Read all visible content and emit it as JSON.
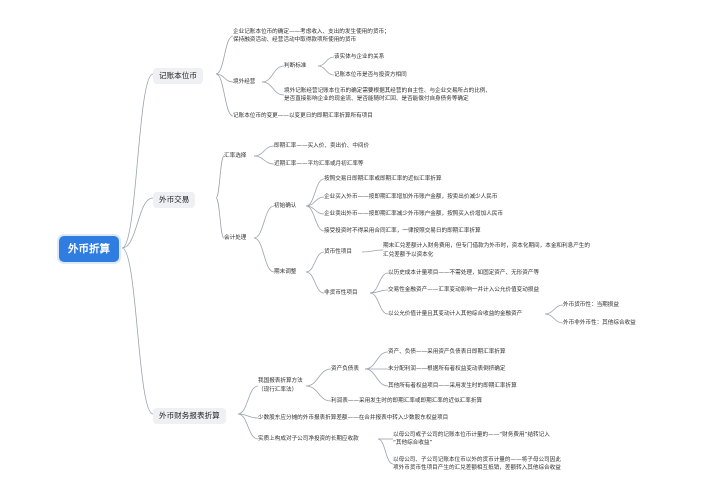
{
  "root": "外币折算",
  "branches": {
    "jizhang": {
      "label": "记账本位币",
      "determination": [
        "企业记账本位币的确定——考虑收入、支出的发生使用的货币；",
        "保持融资活动、经营活动中取得款项所使用的货币"
      ],
      "overseas": {
        "label": "境外经营",
        "criteria": {
          "label": "判断标准",
          "items": [
            "该实体与企业的关系",
            "记账本位币是否与投资方相同"
          ]
        },
        "note": [
          "境外记账经营记账本位币的确定需要根据其经营的自主性、与企业交易所占的比例、",
          "是否直接影响企业的现金流、是否能随时汇回、是否能偿付自身债务等确定"
        ]
      },
      "change": "记账本位币的变更——以变更日的即期汇率折算所有项目"
    },
    "waibi": {
      "label": "外币交易",
      "rate_choice": {
        "label": "汇率选择",
        "items": [
          "即期汇率——买入价、卖出价、中间价",
          "近期汇率——平均汇率或月初汇率等"
        ]
      },
      "accounting": {
        "label": "会计处理",
        "initial": {
          "label": "初始确认",
          "items": [
            "按照交易日即期汇率或即期汇率的近似汇率折算",
            "企业买入外币——按即期汇率增加外币账户金额，按卖出价减少人民币",
            "企业卖出外币——按即期汇率减少外币账户金额，按照买入价增加人民币",
            "接受投资时不得采用合同汇率，一律按照交易日的即期汇率折算"
          ]
        },
        "period_end": {
          "label": "期末调整",
          "monetary": {
            "label": "货币性项目",
            "text": [
              "期末汇兑差额计入财务费用，但专门借款为外币时，资本化期间，本金和利息产生的",
              "汇兑差额予以资本化"
            ]
          },
          "non_monetary": {
            "label": "非货币性项目",
            "items": [
              "以历史成本计量项目——不需处理，如固定资产、无形资产等",
              "交易性金融资产——汇率变动影响一并计入公允价值变动损益",
              "以公允价值计量且其变动计入其他综合收益的金融资产"
            ],
            "fvoci": [
              "外币货币性：当期损益",
              "外币非外币性：其他综合收益"
            ]
          }
        }
      }
    },
    "caiwu": {
      "label": "外币财务报表折算",
      "method": {
        "label": [
          "我国报表折算方法",
          "（现行汇率法）"
        ],
        "assets": {
          "label": "资产负债表",
          "items": [
            "资产、负债——采用资产负债表日即期汇率折算",
            "未分配利润——根据所有者权益变动表倒挤确定",
            "其他所有者权益项目——采用发生时的即期汇率折算"
          ]
        },
        "income": "利润表——采用发生时的即期汇率或即期汇率的近似汇率折算"
      },
      "minority": "少数股东应分摊的外币报表折算差额——在合并报表中转入少数股东权益项目",
      "long_term": {
        "label": "实质上构成对子公司净投资的长期应收款",
        "items": [
          [
            "以母公司或子公司的记账本位币计量的——“财务费用”结转记入",
            "“其他综合收益”"
          ],
          [
            "以母公司、子公司记账本位币以外的货币计量的——将子母公司因此",
            "项外币货币性项目产生的汇兑差额相互抵销，差额转入其他综合收益"
          ]
        ]
      }
    }
  },
  "colors": {
    "root_bg": "#2f7de1",
    "box_bg": "#eef0f3",
    "line": "#9aa3ad"
  }
}
